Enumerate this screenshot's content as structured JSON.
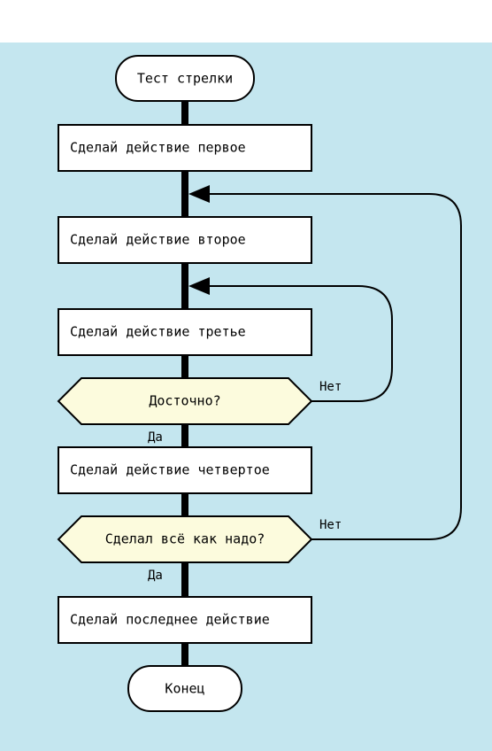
{
  "diagram": {
    "colors": {
      "background": "#c4e6ef",
      "box_fill": "#ffffff",
      "decision_fill": "#fcfbdd",
      "stroke": "#000000"
    },
    "start": "Тест стрелки",
    "steps": {
      "step1": "Сделай действие первое",
      "step2": "Сделай действие второе",
      "step3": "Сделай действие третье",
      "step4": "Сделай действие четвертое",
      "step5": "Сделай последнее действие"
    },
    "decisions": {
      "d1": {
        "question": "Досточно?",
        "yes": "Да",
        "no": "Нет"
      },
      "d2": {
        "question": "Сделал всё как надо?",
        "yes": "Да",
        "no": "Нет"
      }
    },
    "end": "Конец"
  }
}
